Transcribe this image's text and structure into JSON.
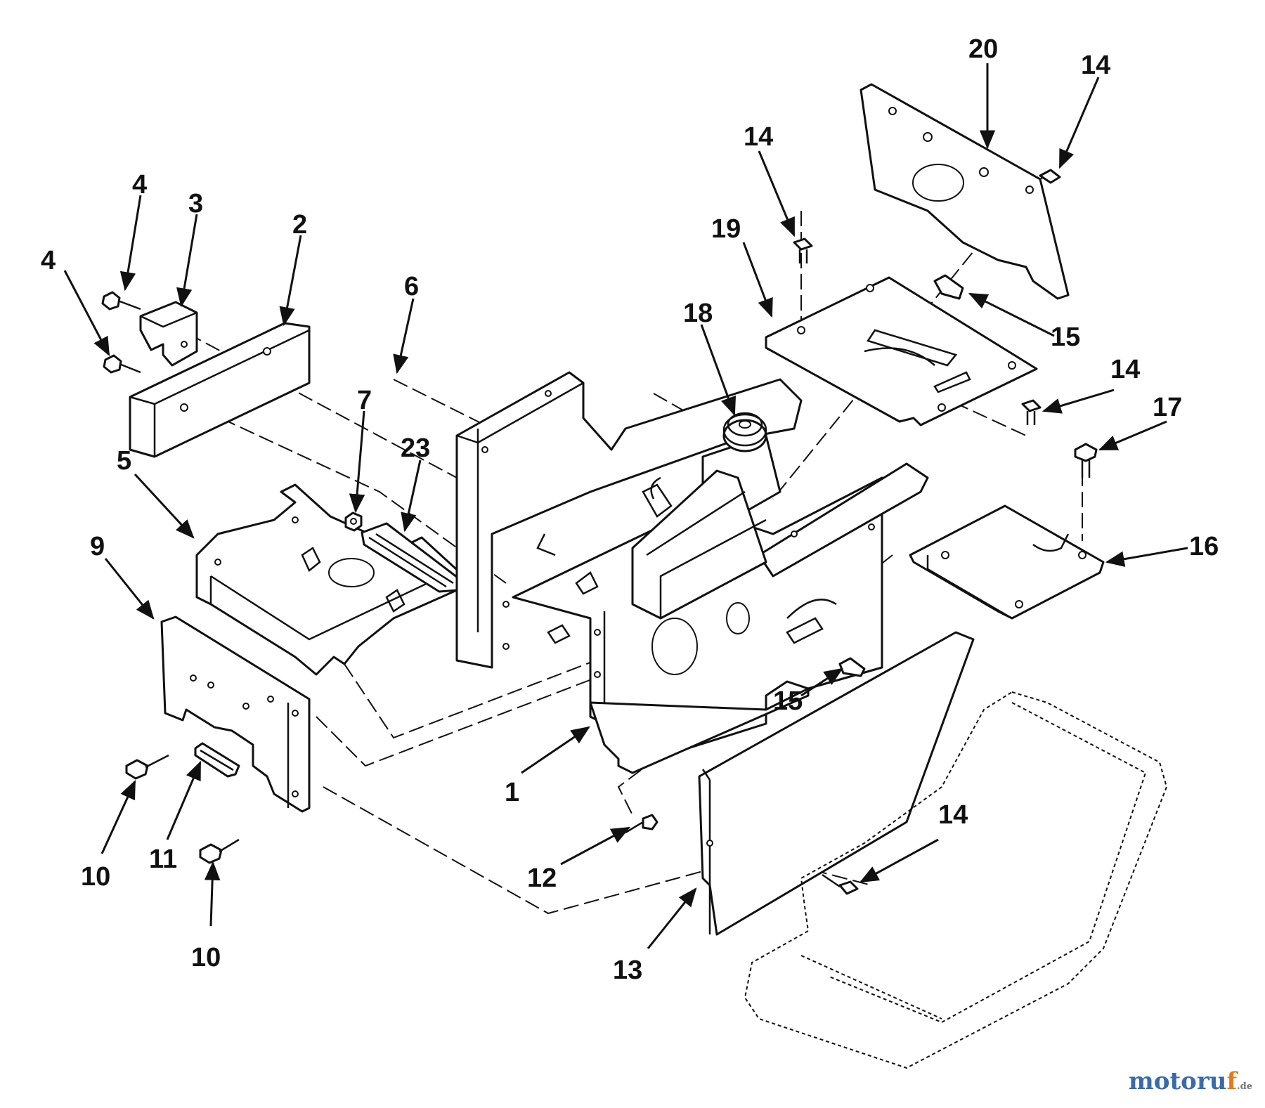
{
  "diagram": {
    "callouts": [
      {
        "id": "c1",
        "label": "1"
      },
      {
        "id": "c2",
        "label": "2"
      },
      {
        "id": "c3",
        "label": "3"
      },
      {
        "id": "c4a",
        "label": "4"
      },
      {
        "id": "c4b",
        "label": "4"
      },
      {
        "id": "c5",
        "label": "5"
      },
      {
        "id": "c6",
        "label": "6"
      },
      {
        "id": "c7",
        "label": "7"
      },
      {
        "id": "c9",
        "label": "9"
      },
      {
        "id": "c10a",
        "label": "10"
      },
      {
        "id": "c10b",
        "label": "10"
      },
      {
        "id": "c11",
        "label": "11"
      },
      {
        "id": "c12",
        "label": "12"
      },
      {
        "id": "c13",
        "label": "13"
      },
      {
        "id": "c14a",
        "label": "14"
      },
      {
        "id": "c14b",
        "label": "14"
      },
      {
        "id": "c14c",
        "label": "14"
      },
      {
        "id": "c14d",
        "label": "14"
      },
      {
        "id": "c15a",
        "label": "15"
      },
      {
        "id": "c15b",
        "label": "15"
      },
      {
        "id": "c16",
        "label": "16"
      },
      {
        "id": "c17",
        "label": "17"
      },
      {
        "id": "c18",
        "label": "18"
      },
      {
        "id": "c19",
        "label": "19"
      },
      {
        "id": "c20",
        "label": "20"
      },
      {
        "id": "c23",
        "label": "23"
      }
    ]
  },
  "watermark": {
    "main": "motoru",
    "accent": "f",
    "suffix": ".de"
  },
  "colors": {
    "ink": "#111111",
    "watermark_blue": "#3a6aa8",
    "watermark_orange": "#e07b1f"
  }
}
